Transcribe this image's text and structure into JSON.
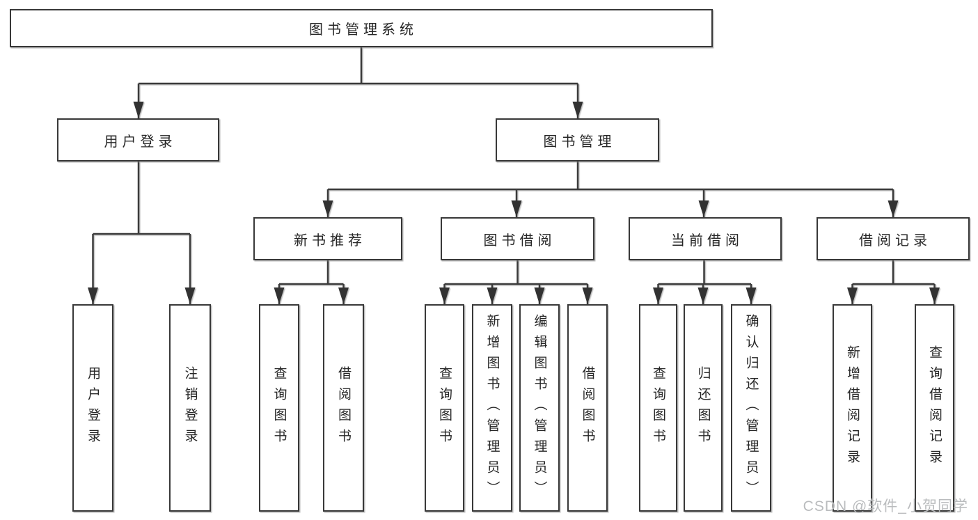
{
  "nodes": {
    "root": {
      "label": "图书管理系统"
    },
    "l2": [
      {
        "label": "用户登录"
      },
      {
        "label": "图书管理"
      }
    ],
    "l3": [
      {
        "label": "新书推荐"
      },
      {
        "label": "图书借阅"
      },
      {
        "label": "当前借阅"
      },
      {
        "label": "借阅记录"
      }
    ],
    "leaves": [
      {
        "label": "用户登录",
        "parent": "用户登录"
      },
      {
        "label": "注销登录",
        "parent": "用户登录"
      },
      {
        "label": "查询图书",
        "parent": "新书推荐"
      },
      {
        "label": "借阅图书",
        "parent": "新书推荐"
      },
      {
        "label": "查询图书",
        "parent": "图书借阅"
      },
      {
        "label": "新增图书（管理员）",
        "parent": "图书借阅"
      },
      {
        "label": "编辑图书（管理员）",
        "parent": "图书借阅"
      },
      {
        "label": "借阅图书",
        "parent": "图书借阅"
      },
      {
        "label": "查询图书",
        "parent": "当前借阅"
      },
      {
        "label": "归还图书",
        "parent": "当前借阅"
      },
      {
        "label": "确认归还（管理员）",
        "parent": "当前借阅"
      },
      {
        "label": "新增借阅记录",
        "parent": "借阅记录"
      },
      {
        "label": "查询借阅记录",
        "parent": "借阅记录"
      }
    ]
  },
  "watermark": {
    "text": "CSDN @软件_小贺同学"
  },
  "colors": {
    "line": "#3a3a3a",
    "box_border": "#383838",
    "text": "#262626",
    "watermark": "#b6b8bb",
    "background": "#ffffff"
  }
}
